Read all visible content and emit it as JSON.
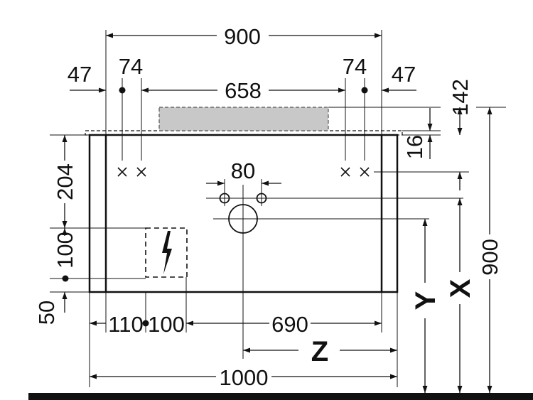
{
  "dimensions": {
    "overall_width_top": "900",
    "left_offset": "47",
    "left_hole_offset": "74",
    "inner_hole_span": "658",
    "right_hole_offset": "74",
    "right_offset": "47",
    "top_height": "142",
    "top_thickness": "16",
    "height_204": "204",
    "height_100": "100",
    "base_50": "50",
    "width_110": "110",
    "width_100": "100",
    "width_690": "690",
    "drain_spacing": "80",
    "overall_width_bottom": "1000",
    "total_height": "900"
  },
  "variables": {
    "x": "X",
    "y": "Y",
    "z": "Z"
  },
  "icons": {
    "electrical": "lightning-bolt-icon"
  }
}
